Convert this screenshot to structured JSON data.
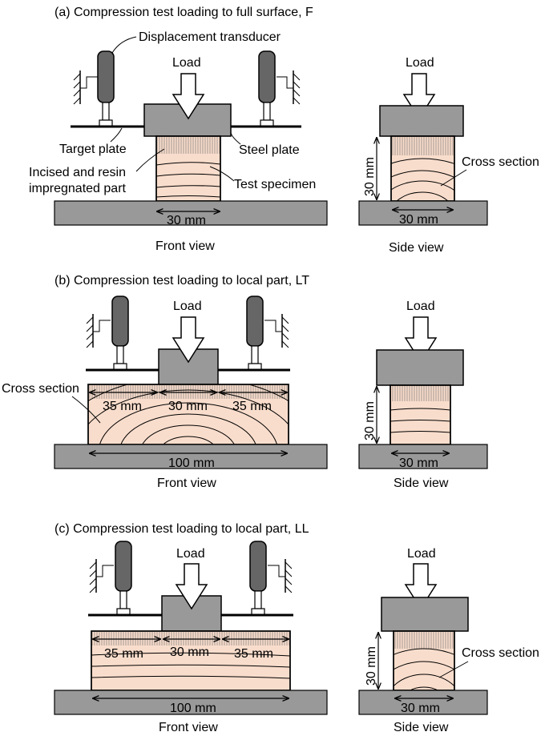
{
  "panels": [
    {
      "title": "(a) Compression test loading to full surface, F",
      "front": {
        "load": "Load",
        "dim_width": "30 mm",
        "caption": "Front view",
        "labels": {
          "transducer": "Displacement transducer",
          "target_plate": "Target plate",
          "steel_plate": "Steel plate",
          "incised_line1": "Incised and resin",
          "incised_line2": "impregnated part",
          "test_specimen": "Test specimen"
        }
      },
      "side": {
        "load": "Load",
        "dim_height": "30 mm",
        "dim_width": "30 mm",
        "cross_section": "Cross section",
        "caption": "Side view"
      }
    },
    {
      "title": "(b) Compression test loading to local part, LT",
      "front": {
        "load": "Load",
        "cross_section": "Cross section",
        "dim_left": "35 mm",
        "dim_mid": "30 mm",
        "dim_right": "35 mm",
        "dim_total": "100 mm",
        "caption": "Front view"
      },
      "side": {
        "load": "Load",
        "dim_height": "30 mm",
        "dim_width": "30 mm",
        "caption": "Side view"
      }
    },
    {
      "title": "(c) Compression test loading to local part, LL",
      "front": {
        "load": "Load",
        "dim_left": "35 mm",
        "dim_mid": "30 mm",
        "dim_right": "35 mm",
        "dim_total": "100 mm",
        "caption": "Front view"
      },
      "side": {
        "load": "Load",
        "dim_height": "30 mm",
        "dim_width": "30 mm",
        "cross_section": "Cross section",
        "caption": "Side view"
      }
    }
  ],
  "colors": {
    "wood": "#f9ddcc",
    "steel": "#999999",
    "transducer": "#666666",
    "base": "#999999"
  }
}
